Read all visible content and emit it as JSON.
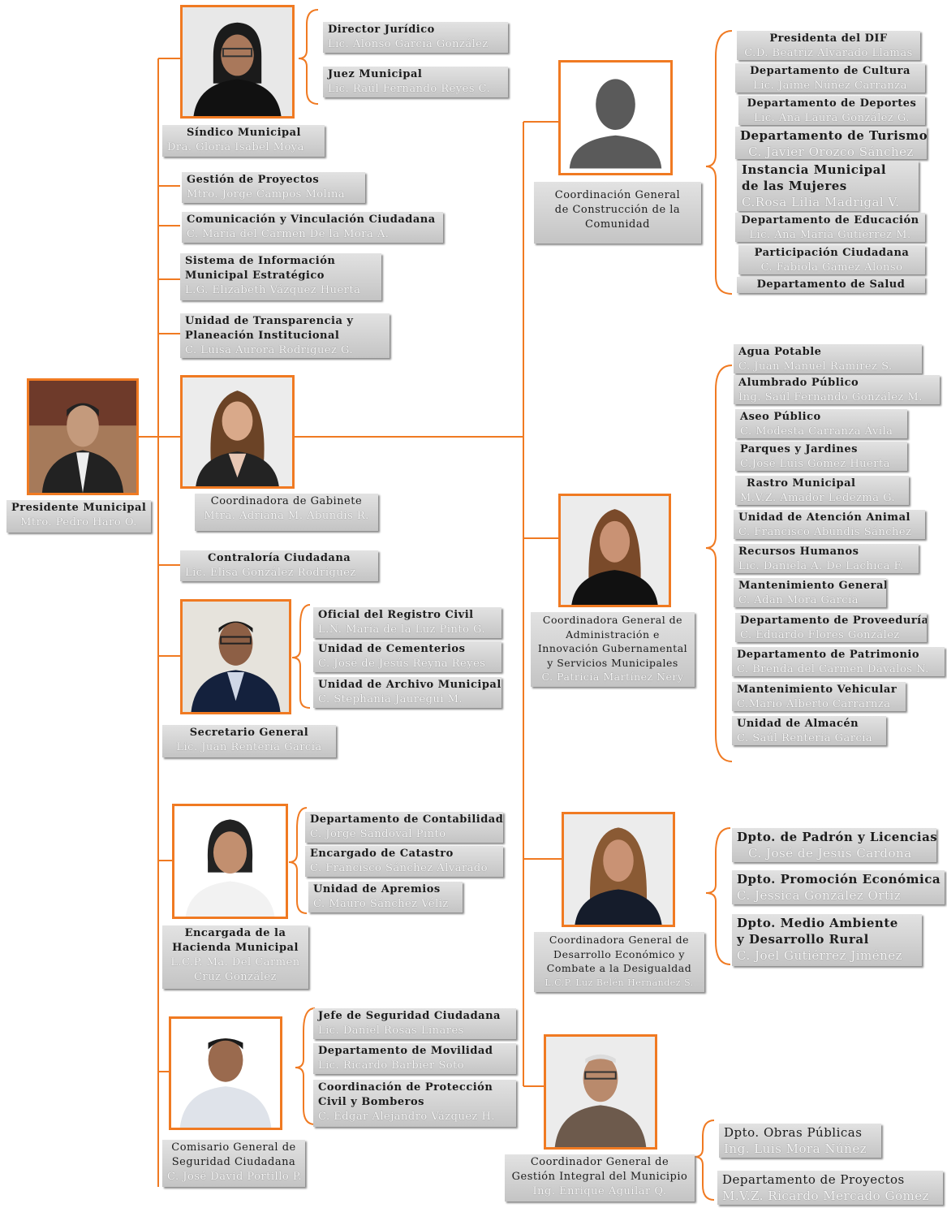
{
  "colors": {
    "line": "#f07a22",
    "box": "#d3d3d3",
    "silhouette": "#5a5a5a"
  },
  "president": {
    "title": "Presidente Municipal",
    "name": "Mtro. Pedro Haro O."
  },
  "sindico": {
    "title": "Síndico Municipal",
    "name": "Dra. Gloria Isabel Moya",
    "subs": [
      {
        "title": "Director Jurídico",
        "name": "Lic. Alonso García González"
      },
      {
        "title": "Juez Municipal",
        "name": "Lic. Raúl Fernando Reyes C."
      }
    ]
  },
  "units": [
    {
      "title": "Gestión de Proyectos",
      "name": "Mtro. Jorge Campos Molina"
    },
    {
      "title": "Comunicación y Vinculación Ciudadana",
      "name": "C. María del Carmen  De la Mora A."
    },
    {
      "title1": "Sistema de Información",
      "title2": "Municipal Estratégico",
      "name": "L.G. Elizabeth Vázquez Huerta"
    },
    {
      "title1": "Unidad de Transparencia y",
      "title2": "Planeación  Institucional",
      "name": "C. Luisa Aurora Rodríguez G."
    }
  ],
  "gabinete": {
    "title": "Coordinadora de Gabinete",
    "name": "Mtra. Adriana M. Abundis R."
  },
  "contraloria": {
    "title": "Contraloría Ciudadana",
    "name": "Lic. Elisa González Rodríguez"
  },
  "secretario": {
    "title": "Secretario General",
    "name": "Lic. Juan Rentería García",
    "subs": [
      {
        "title": "Oficial del Registro Civil",
        "name": "L.N. María de la Luz Pinto G."
      },
      {
        "title": "Unidad de Cementerios",
        "name": "C. José de Jesús Reyna Reyes"
      },
      {
        "title": "Unidad de Archivo Municipal",
        "name": "C. Stephania Jauregui M."
      }
    ]
  },
  "hacienda": {
    "l1": "Encargada de la",
    "l2": "Hacienda  Municipal",
    "l3": "L.C.P. Ma. Del Carmen",
    "l4": "Cruz González",
    "subs": [
      {
        "title": "Departamento de Contabilidad",
        "name": "C.  Jorge Sandoval Pinto"
      },
      {
        "title": "Encargado de Catastro",
        "name": "C. Francisco Sánchez Alvarado"
      },
      {
        "title": "Unidad de Apremios",
        "name": "C. Mauro Sánchez Véliz"
      }
    ]
  },
  "seguridad": {
    "l1": "Comisario General de",
    "l2": "Seguridad Ciudadana",
    "l3": "C. José David Portillo P.",
    "subs": [
      {
        "title": "Jefe  de Seguridad Ciudadana",
        "name": "Lic. Daniel Rosas Linares"
      },
      {
        "title": "Departamento de Movilidad",
        "name": "Lic. Ricardo Barbier Soto"
      },
      {
        "title1": "Coordinación de Protección",
        "title2": "Civil y Bomberos",
        "name": "C. Edgar Alejandro Vázquez H."
      }
    ]
  },
  "construccion": {
    "l1": "Coordinación General",
    "l2": "de Construcción de la",
    "l3": "Comunidad",
    "subs": [
      {
        "title": "Presidenta del DIF",
        "name": "C.D. Beatriz Alvarado Llamas"
      },
      {
        "title": "Departamento de Cultura",
        "name": "Lic. Jaime Núñez Carranza"
      },
      {
        "title": "Departamento de Deportes",
        "name": "Lic. Ana Laura González G."
      },
      {
        "title": "Departamento de Turismo",
        "name": "C. Javier Orozco Sánchez"
      },
      {
        "title1": "Instancia Municipal",
        "title2": "de las Mujeres",
        "name": "C.Rosa Lilia Madrigal V."
      },
      {
        "title": "Departamento de Educación",
        "name": "Lic. Ana María Gutiérrez M."
      },
      {
        "title": "Participación Ciudadana",
        "name": "C. Fabiola Gámez Alonso"
      },
      {
        "title": "Departamento de Salud"
      }
    ]
  },
  "administracion": {
    "l1": "Coordinadora General de",
    "l2": "Administración e",
    "l3": "Innovación Gubernamental",
    "l4": "y Servicios  Municipales",
    "l5": "C. Patricia Martínez Nery",
    "subs": [
      {
        "title": "Agua Potable",
        "name": "C. Juan Manuel Ramírez S."
      },
      {
        "title": "Alumbrado Público",
        "name": "Ing. Saúl Fernando González M."
      },
      {
        "title": "Aseo Público",
        "name": "C. Modesta Carranza Ávila"
      },
      {
        "title": "Parques y Jardines",
        "name": "C.José Luis Gómez Huerta"
      },
      {
        "title": "Rastro Municipal",
        "name": "M.V.Z. Amador Ledezma G."
      },
      {
        "title": "Unidad de Atención Animal",
        "name": "C. Francisco Abundis Sánchez"
      },
      {
        "title": "Recursos Humanos",
        "name": "Lic. Daniela A. De Lachica F."
      },
      {
        "title": "Mantenimiento General",
        "name": "C. Adan Mora García"
      },
      {
        "title": "Departamento de Proveeduría",
        "name": "C. Eduardo Flores González"
      },
      {
        "title": "Departamento de Patrimonio",
        "name": "C. Brenda del Carmen Dávalos N."
      },
      {
        "title": "Mantenimiento Vehicular",
        "name": "C.Mario Alberto Carrarnza"
      },
      {
        "title": "Unidad de Almacén",
        "name": "C. Saúl Rentería García"
      }
    ]
  },
  "economico": {
    "l1": "Coordinadora General de",
    "l2": "Desarrollo Económico  y",
    "l3": "Combate a la Desigualdad",
    "l4": "L.C.P. Luz Belén Hernández S.",
    "subs": [
      {
        "title": "Dpto. de Padrón y Licencias",
        "name": "C. José de Jesús Cardona"
      },
      {
        "title": "Dpto. Promoción Económica",
        "name": "C. Jessica González Ortiz"
      },
      {
        "title1": "Dpto. Medio Ambiente",
        "title2": "y Desarrollo Rural",
        "name": "C. Joel Gutiérrez Jiménez"
      }
    ]
  },
  "gestion": {
    "l1": "Coordinador General de",
    "l2": "Gestión Integral del Municipio",
    "l3": "Ing. Enrique Aguilar Q.",
    "subs": [
      {
        "title": "Dpto. Obras Públicas",
        "name": "Ing. Luis Mora Núñez"
      },
      {
        "title": "Departamento de Proyectos",
        "name": "M.V.Z. Ricardo Mercado Gómez"
      }
    ]
  }
}
